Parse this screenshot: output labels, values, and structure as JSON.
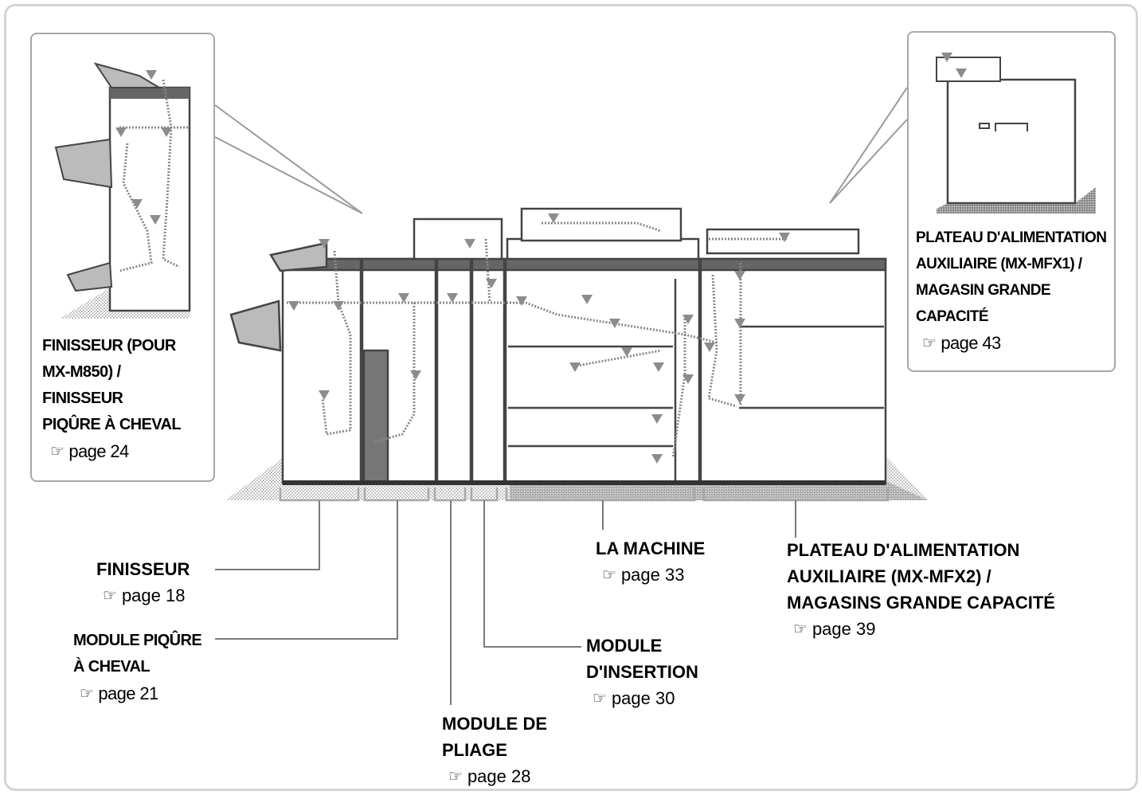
{
  "labels": {
    "finisher_callout": {
      "lines": [
        "FINISSEUR (POUR",
        "MX-M850) /",
        "FINISSEUR",
        "PIQÛRE À CHEVAL"
      ],
      "page": "page 24"
    },
    "aux_tray_callout": {
      "lines": [
        "PLATEAU D'ALIMENTATION",
        "AUXILIAIRE (MX-MFX1) /",
        "MAGASIN GRANDE",
        "CAPACITÉ"
      ],
      "page": "page 43"
    },
    "finisher": {
      "lines": [
        "FINISSEUR"
      ],
      "page": "page 18"
    },
    "saddle_module": {
      "lines": [
        "MODULE PIQÛRE",
        "À CHEVAL"
      ],
      "page": "page 21"
    },
    "folding_module": {
      "lines": [
        "MODULE DE",
        "PLIAGE"
      ],
      "page": "page 28"
    },
    "insertion_module": {
      "lines": [
        "MODULE",
        "D'INSERTION"
      ],
      "page": "page 30"
    },
    "machine": {
      "lines": [
        "LA MACHINE"
      ],
      "page": "page 33"
    },
    "aux_tray_large": {
      "lines": [
        "PLATEAU D'ALIMENTATION",
        "AUXILIAIRE (MX-MFX2) /",
        "MAGASINS GRANDE CAPACITÉ"
      ],
      "page": "page 39"
    }
  },
  "icons": {
    "reference": "pointing-hand-icon"
  },
  "colors": {
    "frame": "#d4d4d4",
    "callout_border": "#a8a8a8",
    "leader": "#7a7a7a",
    "device": "#555555",
    "path_arrow": "#8c8c8c"
  }
}
